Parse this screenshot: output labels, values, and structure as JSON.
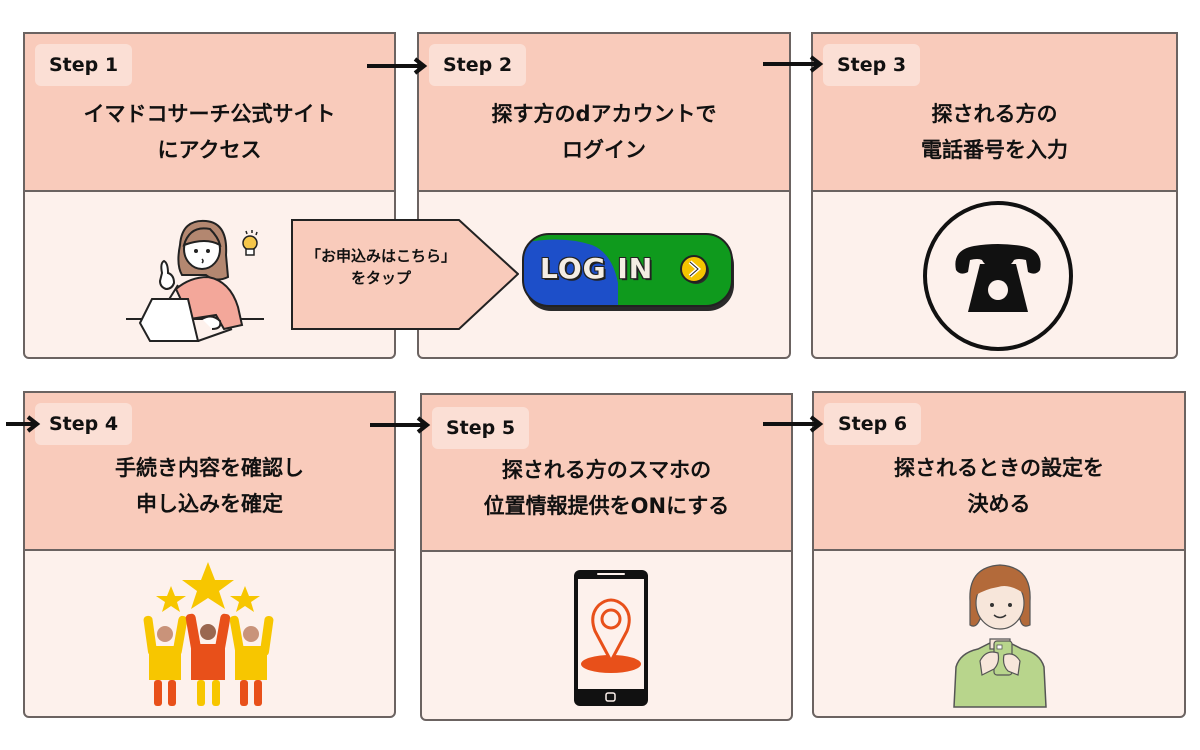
{
  "steps": [
    {
      "label": "Step 1",
      "title": "イマドコサーチ公式サイト\nにアクセス",
      "illustration": "woman-laptop-lightbulb"
    },
    {
      "label": "Step 2",
      "title": "探す方のdアカウントで\nログイン",
      "illustration": "login-button"
    },
    {
      "label": "Step 3",
      "title": "探される方の\n電話番号を入力",
      "illustration": "telephone-icon"
    },
    {
      "label": "Step 4",
      "title": "手続き内容を確認し\n申し込みを確定",
      "illustration": "people-with-stars"
    },
    {
      "label": "Step 5",
      "title": "探される方のスマホの\n位置情報提供をONにする",
      "illustration": "smartphone-location-pin"
    },
    {
      "label": "Step 6",
      "title": "探されるときの設定を\n決める",
      "illustration": "woman-holding-phone"
    }
  ],
  "callout": {
    "text": "「お申込みはこちら」\nをタップ"
  },
  "login_button": {
    "label": "LOG IN"
  },
  "colors": {
    "header_bg": "#f9cbbb",
    "body_bg": "#fdf1ec",
    "badge_bg": "#fbdfd5",
    "border": "#6b6361",
    "login_blue": "#1d4fc9",
    "login_green": "#0f9a1d",
    "login_arrow_yellow": "#f5c400",
    "accent_orange": "#e8501a",
    "accent_yellow": "#f7c600"
  }
}
